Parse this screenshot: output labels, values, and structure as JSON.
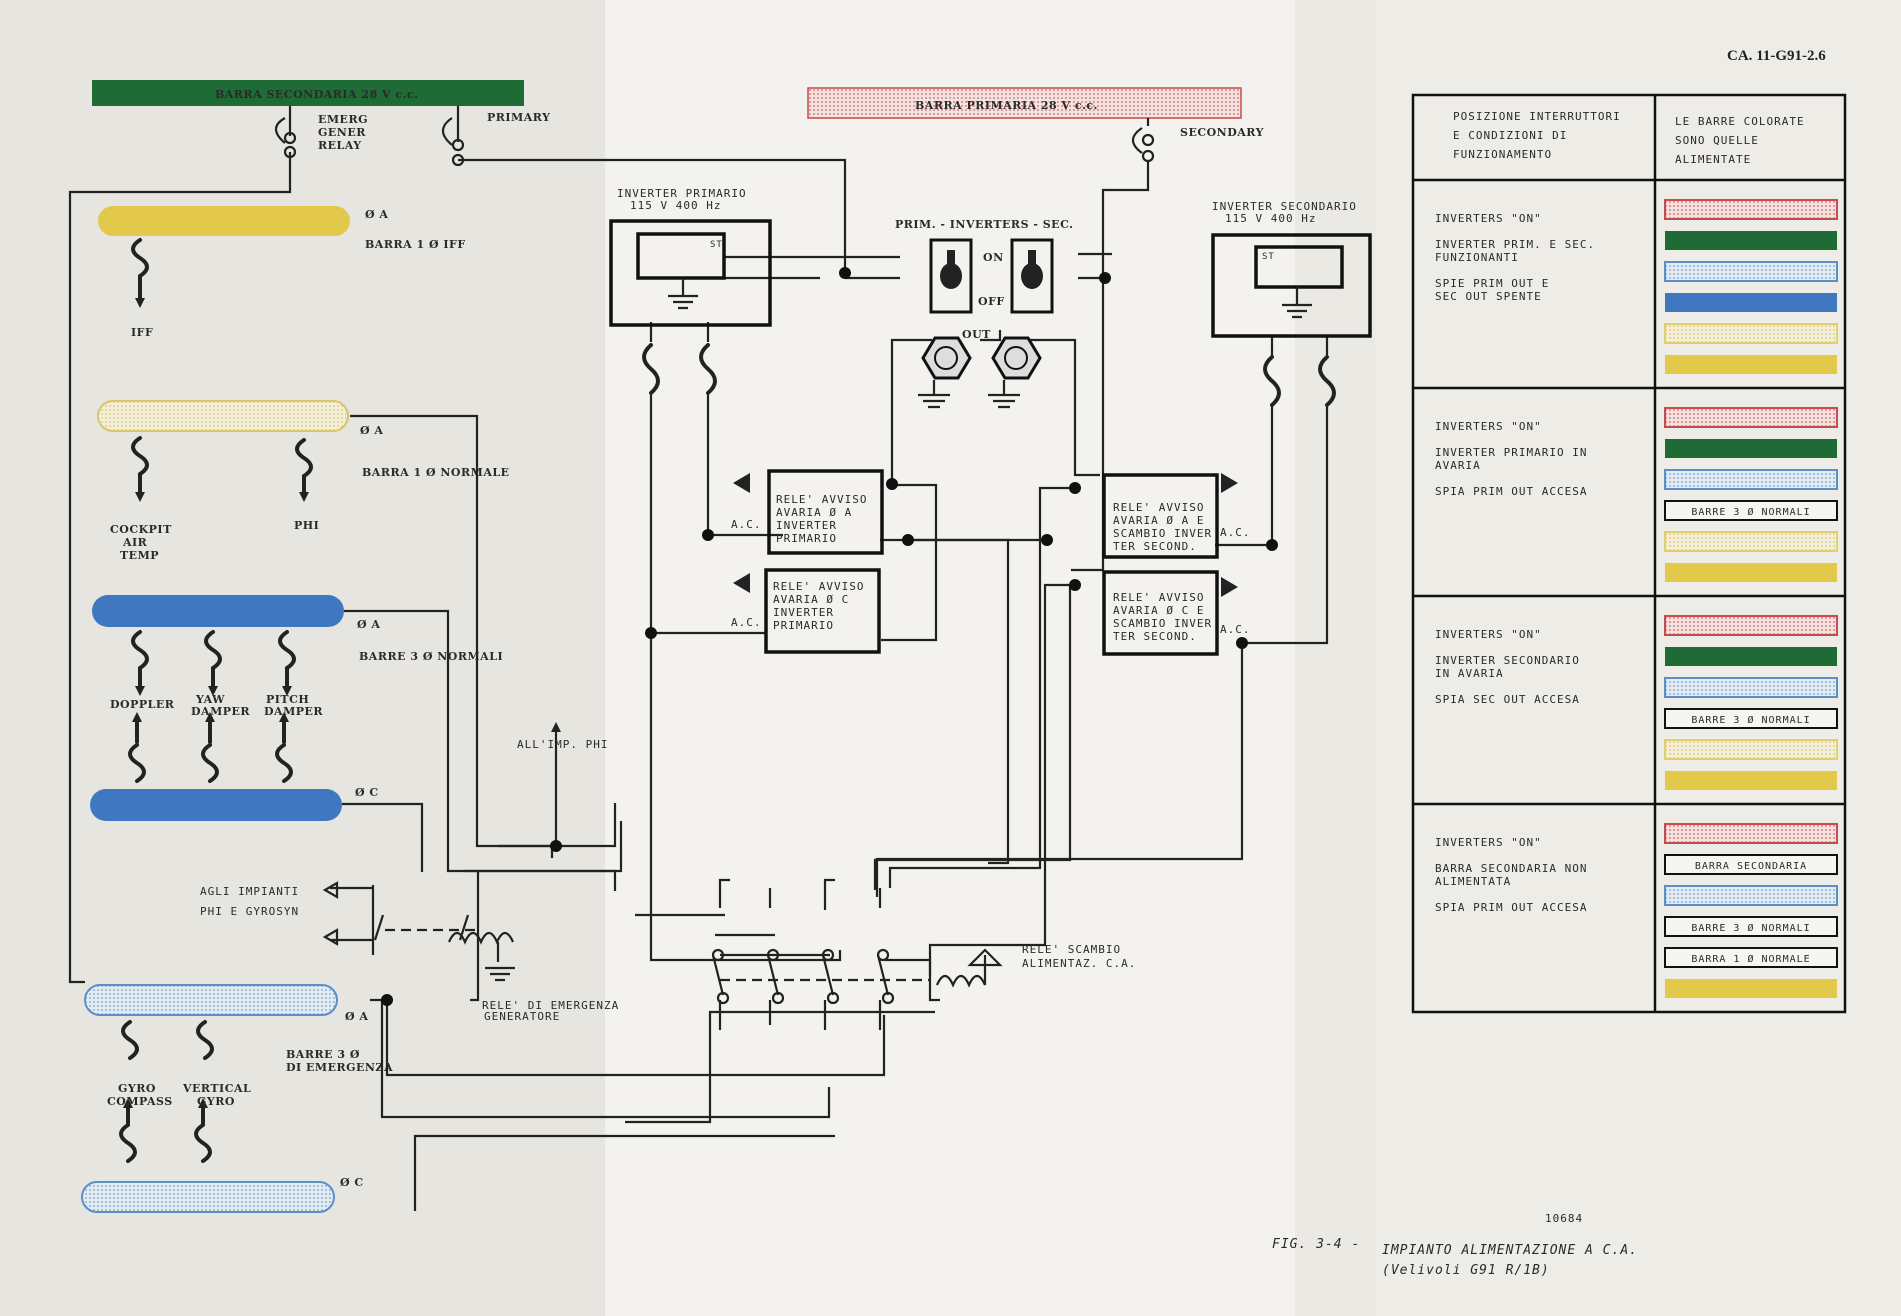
{
  "doc_id": "CA. 11-G91-2.6",
  "figure": {
    "number": "FIG. 3-4 -",
    "title": "IMPIANTO ALIMENTAZIONE A C.A.",
    "subtitle": "(Velivoli G91 R/1B)",
    "code": "10684"
  },
  "buses": {
    "secondary_28v": "BARRA SECONDARIA 28 V c.c.",
    "primary_28v": "BARRA PRIMARIA 28 V c.c.",
    "bus1_iff": "BARRA 1 Ø IFF",
    "bus1_normal": "BARRA 1 Ø NORMALE",
    "bus3_normal": "BARRE 3 Ø NORMALI",
    "bus3_emergency_line1": "BARRE 3 Ø",
    "bus3_emergency_line2": "DI EMERGENZA",
    "phase_a": "Ø A",
    "phase_c": "Ø C"
  },
  "labels": {
    "emerg_relay": [
      "EMERG",
      "GENER",
      "RELAY"
    ],
    "primary": "PRIMARY",
    "secondary": "SECONDARY",
    "iff": "IFF",
    "cockpit": [
      "COCKPIT",
      "AIR",
      "TEMP"
    ],
    "phi": "PHI",
    "doppler": "DOPPLER",
    "yaw": [
      "YAW",
      "DAMPER"
    ],
    "pitch": [
      "PITCH",
      "DAMPER"
    ],
    "gyro_compass": [
      "GYRO",
      "COMPASS"
    ],
    "vertical_gyro": [
      "VERTICAL",
      "GYRO"
    ],
    "agli_impianti": [
      "AGLI IMPIANTI",
      "PHI E GYROSYN"
    ],
    "rele_emergenza": [
      "RELE' DI EMERGENZA",
      "GENERATORE"
    ],
    "all_imp_phi": "ALL'IMP. PHI",
    "inverter_prim": [
      "INVERTER PRIMARIO",
      "115 V    400 Hz"
    ],
    "inverter_sec": [
      "INVERTER SECONDARIO",
      "115 V    400 Hz"
    ],
    "inverters_switch": "PRIM. - INVERTERS - SEC.",
    "on": "ON",
    "off": "OFF",
    "out": "OUT",
    "st": "ST",
    "ac": "A.C.",
    "relay_prim_a": [
      "RELE' AVVISO",
      "AVARIA Ø A",
      "INVERTER",
      "PRIMARIO"
    ],
    "relay_prim_c": [
      "RELE' AVVISO",
      "AVARIA Ø C",
      "INVERTER",
      "PRIMARIO"
    ],
    "relay_sec_a": [
      "RELE' AVVISO",
      "AVARIA Ø A E",
      "SCAMBIO INVER",
      "TER SECOND."
    ],
    "relay_sec_c": [
      "RELE' AVVISO",
      "AVARIA Ø C E",
      "SCAMBIO INVER",
      "TER SECOND."
    ],
    "rele_scambio": [
      "RELE' SCAMBIO",
      "ALIMENTAZ. C.A."
    ]
  },
  "table": {
    "header_left": [
      "POSIZIONE INTERRUTTORI",
      "E CONDIZIONI DI",
      "FUNZIONAMENTO"
    ],
    "header_right": [
      "LE BARRE COLORATE",
      "SONO QUELLE",
      "ALIMENTATE"
    ],
    "rows": [
      {
        "lines": [
          "INVERTERS \"ON\"",
          "",
          "INVERTER PRIM. E SEC.",
          "FUNZIONANTI",
          "",
          "SPIE PRIM OUT E",
          "SEC OUT SPENTE"
        ],
        "bars": [
          {
            "color": "#c94a4a",
            "style": "dotted",
            "text": ""
          },
          {
            "color": "#1e6b35",
            "style": "solid",
            "text": ""
          },
          {
            "color": "#5b8fc9",
            "style": "dotted",
            "text": ""
          },
          {
            "color": "#3f78c0",
            "style": "solid",
            "text": ""
          },
          {
            "color": "#e0cf6a",
            "style": "dotted",
            "text": ""
          },
          {
            "color": "#e2c94c",
            "style": "solid",
            "text": ""
          }
        ]
      },
      {
        "lines": [
          "INVERTERS \"ON\"",
          "",
          "INVERTER PRIMARIO IN",
          "AVARIA",
          "",
          "SPIA PRIM OUT ACCESA"
        ],
        "bars": [
          {
            "color": "#c94a4a",
            "style": "dotted",
            "text": ""
          },
          {
            "color": "#1e6b35",
            "style": "solid",
            "text": ""
          },
          {
            "color": "#5b8fc9",
            "style": "dotted",
            "text": ""
          },
          {
            "color": "#222222",
            "style": "outline",
            "text": "BARRE 3 Ø NORMALI"
          },
          {
            "color": "#e0cf6a",
            "style": "dotted",
            "text": ""
          },
          {
            "color": "#e2c94c",
            "style": "solid",
            "text": ""
          }
        ]
      },
      {
        "lines": [
          "INVERTERS \"ON\"",
          "",
          "INVERTER SECONDARIO",
          "IN AVARIA",
          "",
          "SPIA SEC OUT ACCESA"
        ],
        "bars": [
          {
            "color": "#c94a4a",
            "style": "dotted",
            "text": ""
          },
          {
            "color": "#1e6b35",
            "style": "solid",
            "text": ""
          },
          {
            "color": "#5b8fc9",
            "style": "dotted",
            "text": ""
          },
          {
            "color": "#222222",
            "style": "outline",
            "text": "BARRE 3 Ø NORMALI"
          },
          {
            "color": "#e0cf6a",
            "style": "dotted",
            "text": ""
          },
          {
            "color": "#e2c94c",
            "style": "solid",
            "text": ""
          }
        ]
      },
      {
        "lines": [
          "INVERTERS \"ON\"",
          "",
          "BARRA SECONDARIA NON",
          "ALIMENTATA",
          "",
          "SPIA PRIM OUT ACCESA"
        ],
        "bars": [
          {
            "color": "#c94a4a",
            "style": "dotted",
            "text": ""
          },
          {
            "color": "#222222",
            "style": "outline",
            "text": "BARRA SECONDARIA"
          },
          {
            "color": "#5b8fc9",
            "style": "dotted",
            "text": ""
          },
          {
            "color": "#222222",
            "style": "outline",
            "text": "BARRE 3 Ø NORMALI"
          },
          {
            "color": "#222222",
            "style": "outline",
            "text": "BARRA 1 Ø NORMALE"
          },
          {
            "color": "#e2c94c",
            "style": "solid",
            "text": ""
          }
        ]
      }
    ]
  },
  "colors": {
    "green": "#1e6b35",
    "red": "#c94a4a",
    "yellow": "#e2c94c",
    "blue": "#3f78c0"
  }
}
